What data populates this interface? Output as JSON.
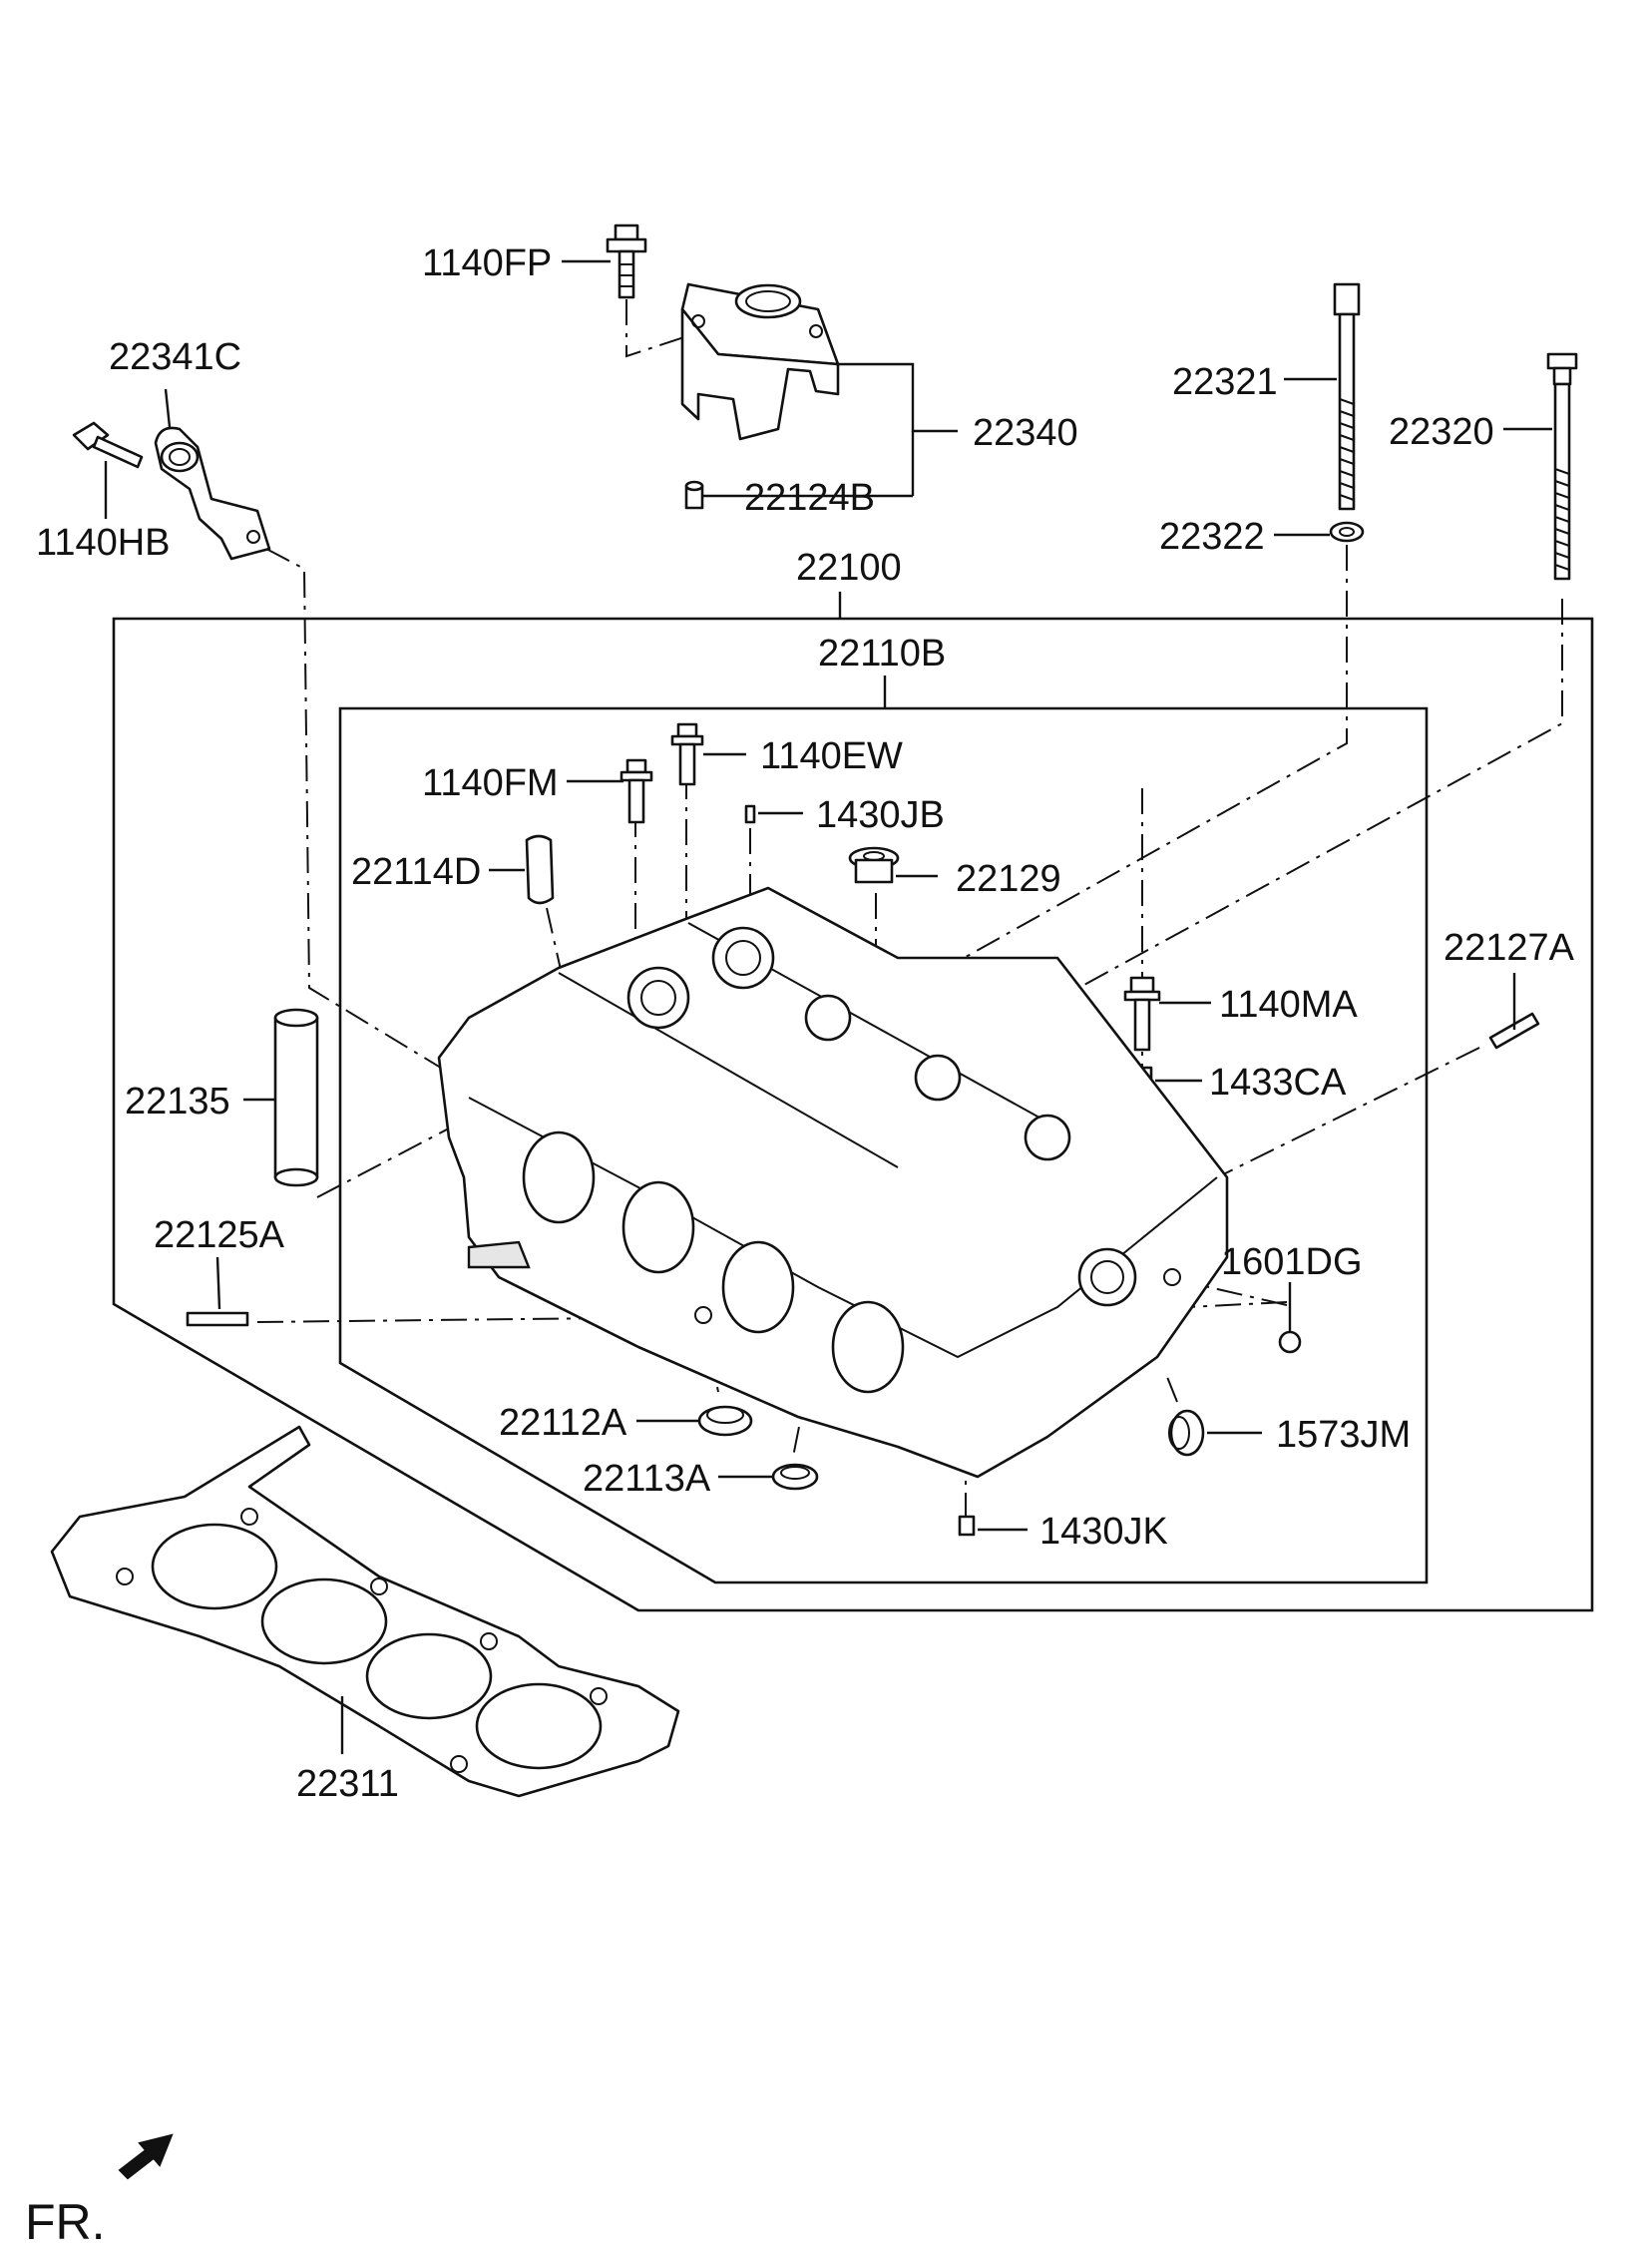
{
  "labels": {
    "p1140FP": "1140FP",
    "p22341C": "22341C",
    "p22340": "22340",
    "p22124B": "22124B",
    "p1140HB": "1140HB",
    "p22321": "22321",
    "p22320": "22320",
    "p22322": "22322",
    "p22100": "22100",
    "p22110B": "22110B",
    "p1140EW": "1140EW",
    "p1140FM": "1140FM",
    "p1430JB": "1430JB",
    "p22114D": "22114D",
    "p22129": "22129",
    "p22127A": "22127A",
    "p1140MA": "1140MA",
    "p1433CA": "1433CA",
    "p22135": "22135",
    "p22125A": "22125A",
    "p1601DG": "1601DG",
    "p22112A": "22112A",
    "p1573JM": "1573JM",
    "p22113A": "22113A",
    "p1430JK": "1430JK",
    "p22311": "22311",
    "fr": "FR."
  }
}
